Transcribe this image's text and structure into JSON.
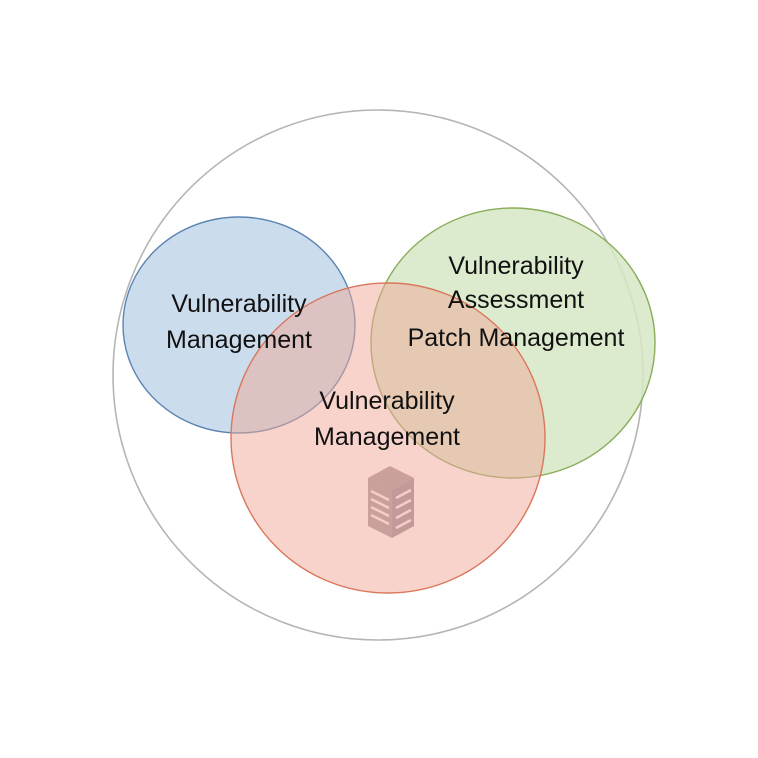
{
  "diagram": {
    "type": "venn",
    "outer_circle": {
      "stroke": "#b5b5b5"
    },
    "circles": [
      {
        "id": "blue",
        "fill": "#c2d6ea",
        "stroke": "#5b84b1",
        "lines": [
          "Vulnerability",
          "Management"
        ]
      },
      {
        "id": "green",
        "fill": "#d6e6c4",
        "stroke": "#8aad5c",
        "lines": [
          "Vulnerability",
          "Assessment",
          "Patch Management"
        ]
      },
      {
        "id": "red",
        "fill": "#f3bfb3",
        "stroke": "#d9775d",
        "lines": [
          "Vulnerability",
          "Management"
        ]
      }
    ],
    "icon": {
      "name": "server-building-icon",
      "color": "#c9a09c"
    }
  }
}
